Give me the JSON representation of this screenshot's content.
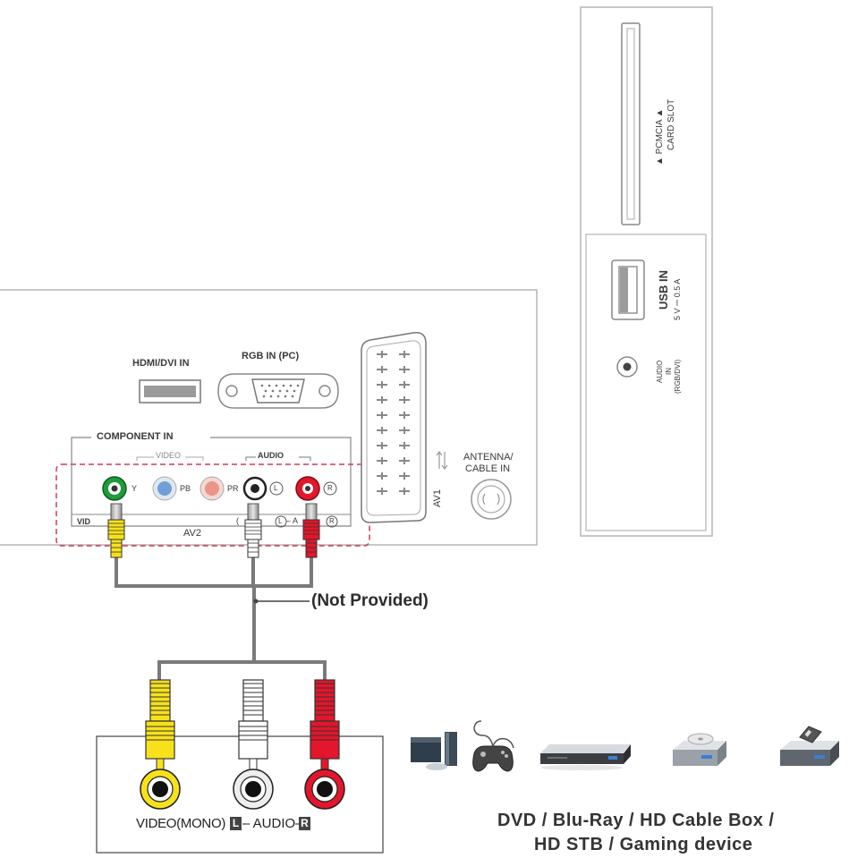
{
  "tv_panel": {
    "hdmi_label": "HDMI/DVI IN",
    "rgb_label": "RGB IN (PC)",
    "component_label": "COMPONENT IN",
    "video_group_label": "VIDEO",
    "audio_group_label": "AUDIO",
    "jack_y": "Y",
    "jack_pb": "PB",
    "jack_pr": "PR",
    "jack_l": "L",
    "jack_r": "R",
    "video_row_label": "VID",
    "av2_label": "AV2",
    "audio_row_prefix": "(",
    "audio_row_l": "L",
    "audio_row_mid": "– A",
    "audio_row_r": "R",
    "av1_label": "AV1",
    "antenna_label_1": "ANTENNA/",
    "antenna_label_2": "CABLE IN"
  },
  "side_panel": {
    "pcmcia_label_1": "▲ PCMCIA ▲",
    "pcmcia_label_2": "CARD SLOT",
    "usb_label": "USB IN",
    "usb_rating": "5 V ⎓ 0.5 A",
    "audio_in_label_1": "AUDIO",
    "audio_in_label_2": "IN",
    "audio_in_label_3": "(RGB/DVI)"
  },
  "cable_label": "(Not Provided)",
  "external_device": {
    "video_label": "VIDEO(MONO)",
    "l_badge": "L",
    "audio_label": "– AUDIO–",
    "r_badge": "R"
  },
  "device_list": {
    "line1": "DVD / Blu-Ray / HD Cable Box /",
    "line2": "HD STB / Gaming device"
  },
  "device_icons": [
    "home-theater-icon",
    "gamepad-icon",
    "dvd-player-icon",
    "blu-ray-player-icon",
    "set-top-box-icon"
  ],
  "colors": {
    "yellow": "#f7e11b",
    "white": "#ffffff",
    "red": "#e3162b",
    "green": "#1f9b3a",
    "blue": "#6f9fd6",
    "pink": "#e9958a",
    "cable": "#7a7a7a",
    "dashed": "#cf3b57"
  }
}
